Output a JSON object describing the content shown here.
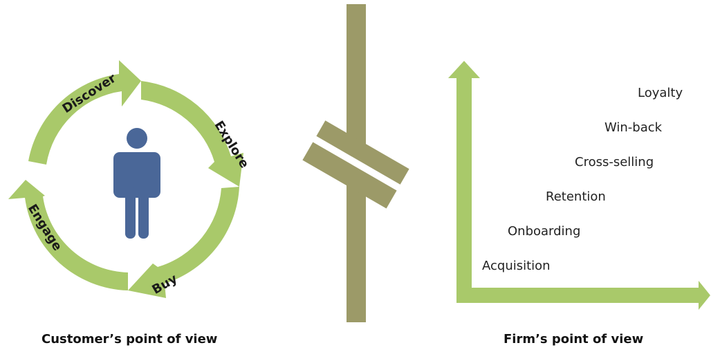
{
  "customer": {
    "cycle_steps": [
      "Discover",
      "Explore",
      "Buy",
      "Engage"
    ],
    "caption": "Customer’s point of view"
  },
  "firm": {
    "stages": [
      "Acquisition",
      "Onboarding",
      "Retention",
      "Cross-selling",
      "Win-back",
      "Loyalty"
    ],
    "caption": "Firm’s point of view"
  },
  "colors": {
    "arrow_green": "#a9c96a",
    "person_blue": "#4a6798",
    "divider_olive": "#9c9a68"
  }
}
